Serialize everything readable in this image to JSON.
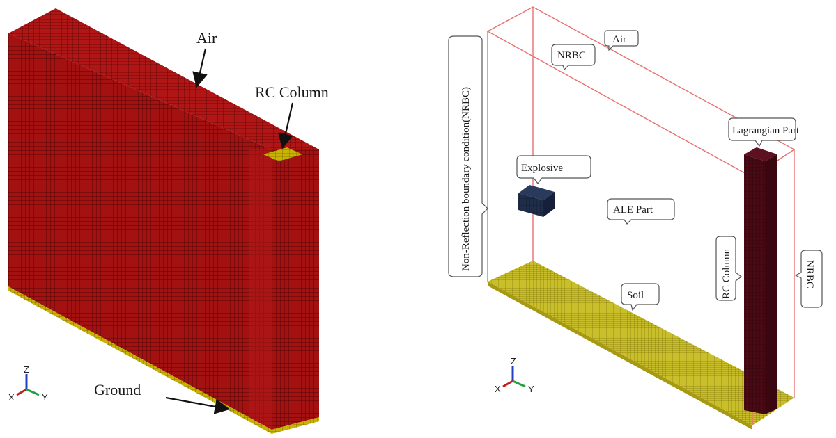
{
  "left_model": {
    "labels": {
      "air": "Air",
      "rc_column": "RC Column",
      "ground": "Ground"
    },
    "axes": {
      "z": "Z",
      "x": "X",
      "y": "Y"
    }
  },
  "right_model": {
    "labels": {
      "air": "Air",
      "nrbc_top": "NRBC",
      "nrbc_left": "Non-Reflection boundary condition(NRBC)",
      "lagrangian_part": "Lagrangian Part",
      "explosive": "Explosive",
      "ale_part": "ALE Part",
      "rc_column": "RC Column",
      "nrbc_right": "NRBC",
      "soil": "Soil"
    },
    "axes": {
      "z": "Z",
      "x": "X",
      "y": "Y"
    }
  },
  "colors": {
    "air_mesh": "#a31111",
    "mesh_line": "#3a0000",
    "ground_mesh": "#c8b400",
    "column_dark": "#4a0a14",
    "explosive": "#1f2d48",
    "boundary": "#e87070",
    "axis_z": "#2040c0",
    "axis_x": "#c02020",
    "axis_y": "#20a040"
  }
}
